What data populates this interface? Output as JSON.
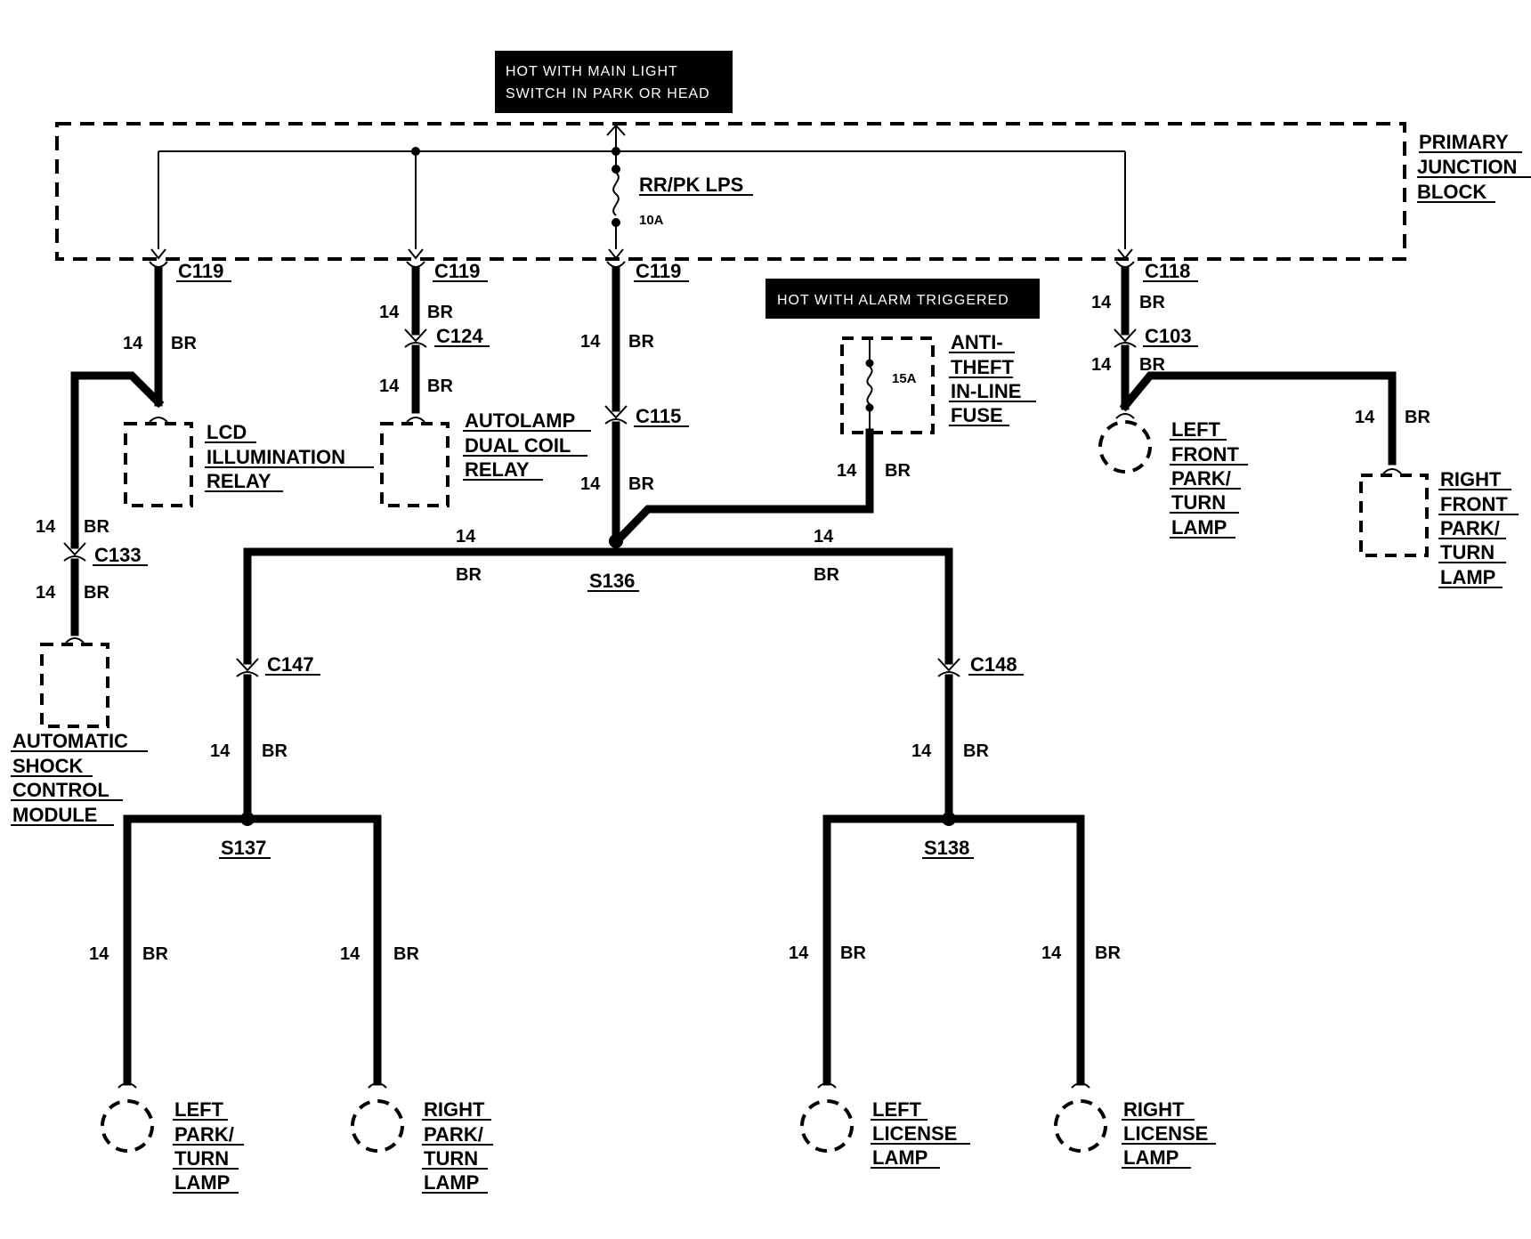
{
  "power_notes": {
    "main_light": [
      "HOT WITH MAIN LIGHT",
      "SWITCH IN PARK OR HEAD"
    ],
    "alarm": "HOT WITH ALARM TRIGGERED"
  },
  "junction_block": [
    "PRIMARY",
    "JUNCTION",
    "BLOCK"
  ],
  "internal_circuit": {
    "circuit_label": "RR/PK LPS",
    "fuse_rating": "10A"
  },
  "connectors": {
    "c119_a": "C119",
    "c119_b": "C119",
    "c119_c": "C119",
    "c118": "C118",
    "c124": "C124",
    "c115": "C115",
    "c103": "C103",
    "c133": "C133",
    "c147": "C147",
    "c148": "C148"
  },
  "splices": {
    "s136": "S136",
    "s137": "S137",
    "s138": "S138"
  },
  "wire": {
    "gauge": "14",
    "color": "BR"
  },
  "inline_fuse": {
    "rating": "15A",
    "name": [
      "ANTI-",
      "THEFT",
      "IN-LINE",
      "FUSE"
    ]
  },
  "components": {
    "lcd_relay": [
      "LCD",
      "ILLUMINATION",
      "RELAY"
    ],
    "autolamp_relay": [
      "AUTOLAMP",
      "DUAL COIL",
      "RELAY"
    ],
    "shock_module": [
      "AUTOMATIC",
      "SHOCK",
      "CONTROL",
      "MODULE"
    ],
    "left_front_lamp": [
      "LEFT",
      "FRONT",
      "PARK/",
      "TURN",
      "LAMP"
    ],
    "right_front_lamp": [
      "RIGHT",
      "FRONT",
      "PARK/",
      "TURN",
      "LAMP"
    ],
    "left_park_lamp": [
      "LEFT",
      "PARK/",
      "TURN",
      "LAMP"
    ],
    "right_park_lamp": [
      "RIGHT",
      "PARK/",
      "TURN",
      "LAMP"
    ],
    "left_license_lamp": [
      "LEFT",
      "LICENSE",
      "LAMP"
    ],
    "right_license_lamp": [
      "RIGHT",
      "LICENSE",
      "LAMP"
    ]
  }
}
